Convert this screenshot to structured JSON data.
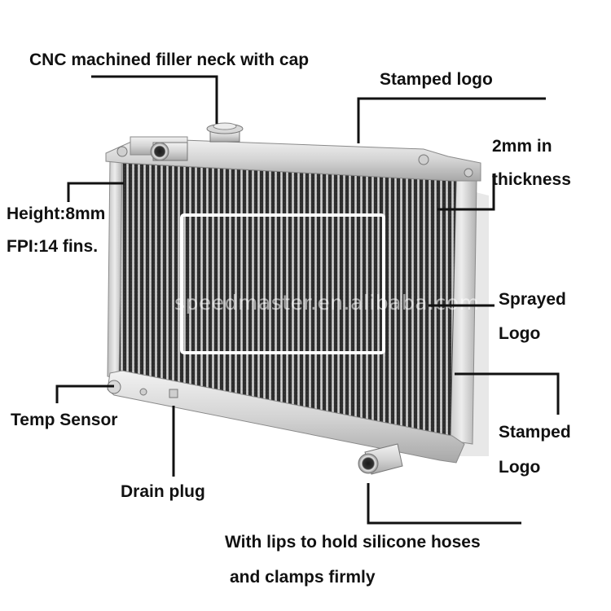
{
  "labels": {
    "filler_neck": "CNC machined filler neck with cap",
    "stamped_logo_top": "Stamped logo",
    "thickness_line1": "2mm in",
    "thickness_line2": "thickness",
    "height": "Height:8mm",
    "fpi": "FPI:14 fins.",
    "sprayed_logo_line1": "Sprayed",
    "sprayed_logo_line2": "Logo",
    "temp_sensor": "Temp Sensor",
    "stamped_logo_bottom_line1": "Stamped",
    "stamped_logo_bottom_line2": "Logo",
    "drain_plug": "Drain plug",
    "lips_line1": "With lips to hold silicone hoses",
    "lips_line2": "and clamps firmly"
  },
  "watermark": "speedmaster.en.alibaba.com",
  "colors": {
    "background": "#ffffff",
    "text": "#111111",
    "leader_line": "#111111",
    "aluminum_light": "#e6e6e6",
    "aluminum_dark": "#9a9a9a",
    "core_dark": "#2a2a2a"
  }
}
